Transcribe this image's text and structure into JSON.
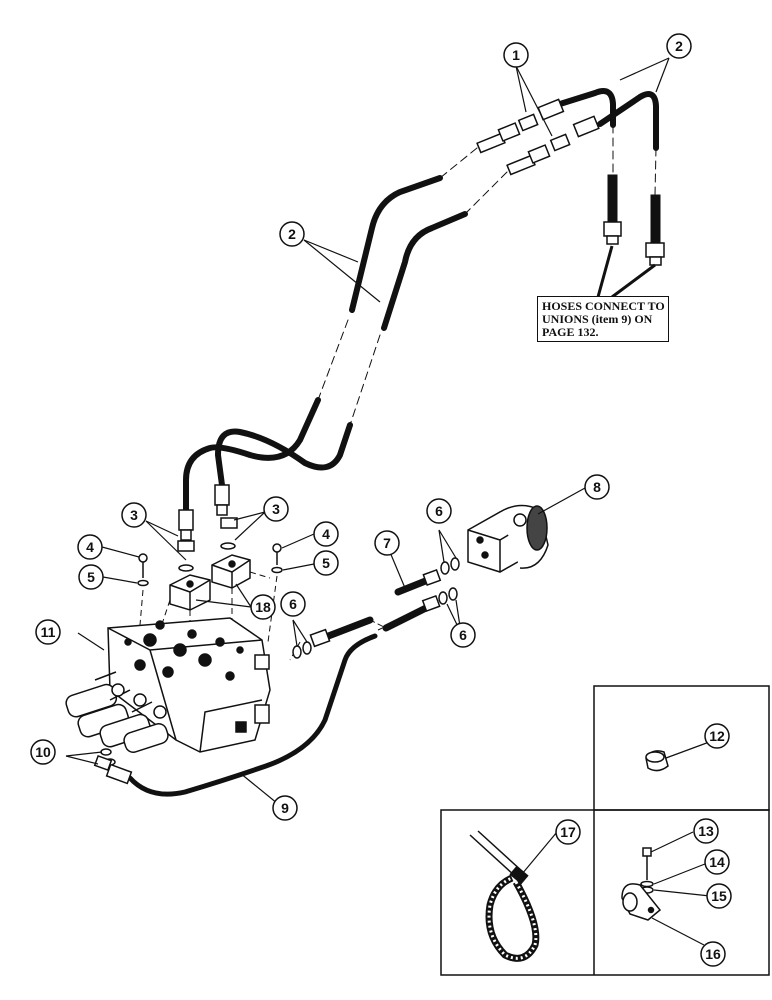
{
  "note": {
    "line1": "HOSES CONNECT TO",
    "line2": "UNIONS (item 9) ON",
    "line3": "PAGE 132."
  },
  "callouts": [
    "1",
    "2",
    "2",
    "3",
    "3",
    "4",
    "4",
    "5",
    "5",
    "6",
    "6",
    "6",
    "7",
    "8",
    "9",
    "10",
    "11",
    "12",
    "13",
    "14",
    "15",
    "16",
    "17",
    "18"
  ]
}
